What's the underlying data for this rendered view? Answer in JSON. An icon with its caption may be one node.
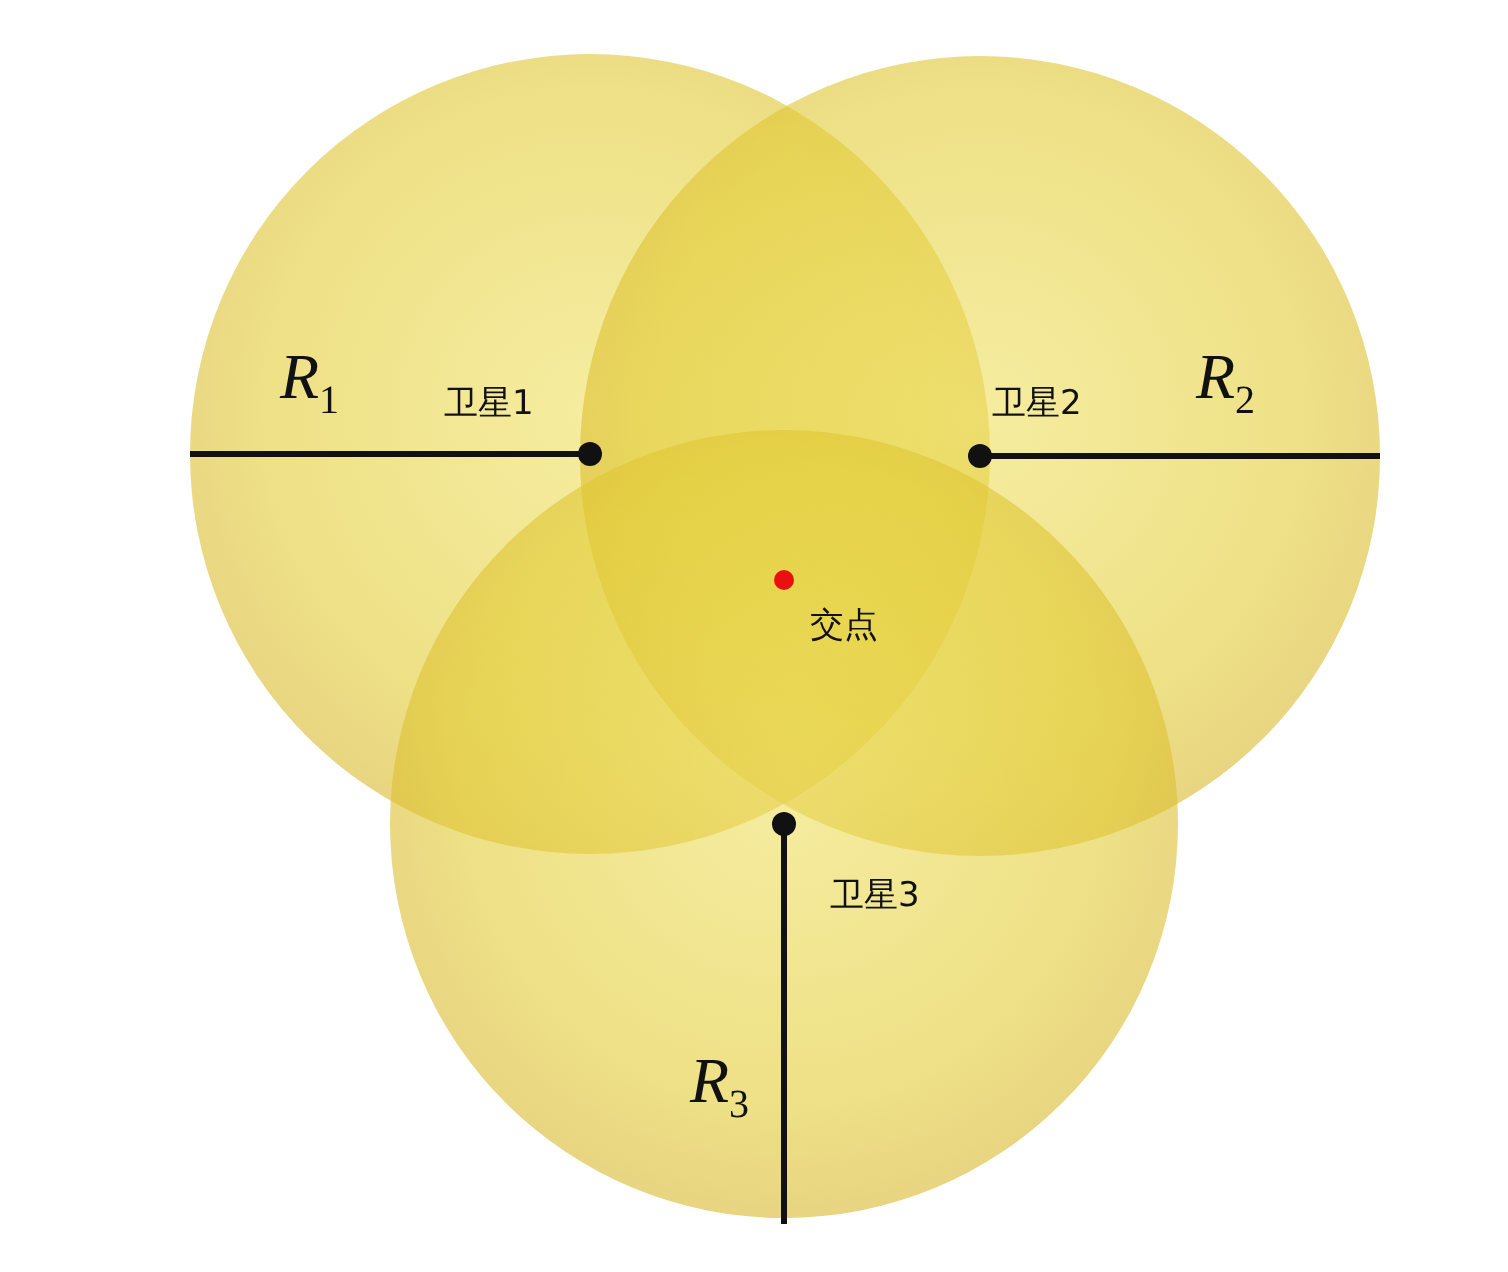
{
  "diagram": {
    "nodes": [
      {
        "text": [],
        "shape": "circle"
      },
      {
        "text": [],
        "shape": "circle"
      },
      {
        "text": [],
        "shape": "circle"
      }
    ],
    "labels": [
      "R$_{1}$",
      "卫星1",
      "卫星2",
      "R$_{2}$",
      "交点",
      "卫星3",
      "R$_{3}$"
    ]
  }
}
